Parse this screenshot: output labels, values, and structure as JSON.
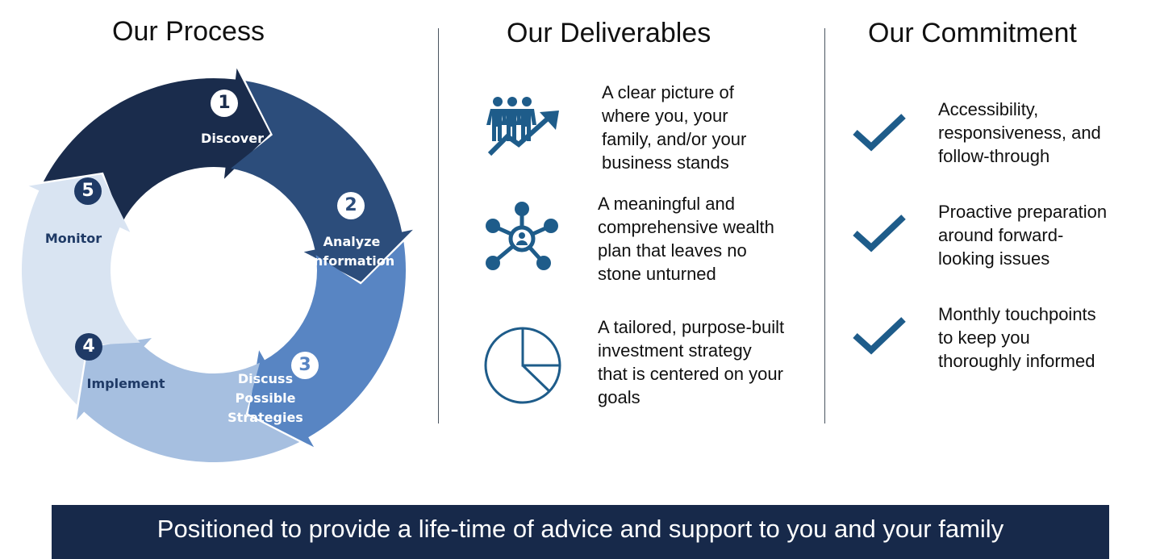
{
  "process": {
    "title": "Our Process",
    "steps": [
      {
        "number": "1",
        "label": "Discover",
        "color": "#1a2c4c",
        "text_color": "#ffffff",
        "badge_bg": "#ffffff",
        "badge_fg": "#1a2c4c"
      },
      {
        "number": "2",
        "label": "Analyze\nInformation",
        "color": "#2c4d7b",
        "text_color": "#ffffff",
        "badge_bg": "#ffffff",
        "badge_fg": "#2c4d7b"
      },
      {
        "number": "3",
        "label": "Discuss\nPossible\nStrategies",
        "color": "#5885c3",
        "text_color": "#ffffff",
        "badge_bg": "#ffffff",
        "badge_fg": "#5885c3"
      },
      {
        "number": "4",
        "label": "Implement",
        "color": "#a6bfe0",
        "text_color": "#1f3a66",
        "badge_bg": "#1f3a66",
        "badge_fg": "#ffffff"
      },
      {
        "number": "5",
        "label": "Monitor",
        "color": "#d9e4f2",
        "text_color": "#1f3a66",
        "badge_bg": "#1f3a66",
        "badge_fg": "#ffffff"
      }
    ]
  },
  "deliverables": {
    "title": "Our Deliverables",
    "icon_color": "#1e5c8a",
    "items": [
      {
        "icon": "family-growth-icon",
        "text": "A clear picture of\nwhere you, your\nfamily, and/or your\nbusiness stands"
      },
      {
        "icon": "network-hub-icon",
        "text": "A meaningful and\ncomprehensive wealth\nplan that leaves no\nstone unturned"
      },
      {
        "icon": "pie-chart-icon",
        "text": "A tailored, purpose-built\ninvestment strategy\nthat is centered on your\ngoals"
      }
    ]
  },
  "commitment": {
    "title": "Our Commitment",
    "check_color": "#1e5c8a",
    "items": [
      {
        "icon": "checkmark-icon",
        "text": "Accessibility,\nresponsiveness, and\nfollow-through"
      },
      {
        "icon": "checkmark-icon",
        "text": "Proactive preparation\naround forward-\nlooking issues"
      },
      {
        "icon": "checkmark-icon",
        "text": "Monthly touchpoints\nto keep you\nthoroughly informed"
      }
    ]
  },
  "banner": {
    "text": "Positioned to provide a life-time of advice and support to you and your family",
    "background": "#17294a"
  }
}
